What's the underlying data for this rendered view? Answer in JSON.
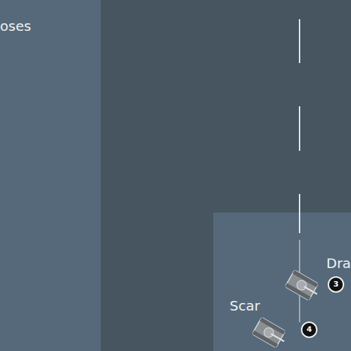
{
  "diagram": {
    "labels": [
      "oses",
      "Dra",
      "3",
      "Scar",
      "4"
    ]
  }
}
